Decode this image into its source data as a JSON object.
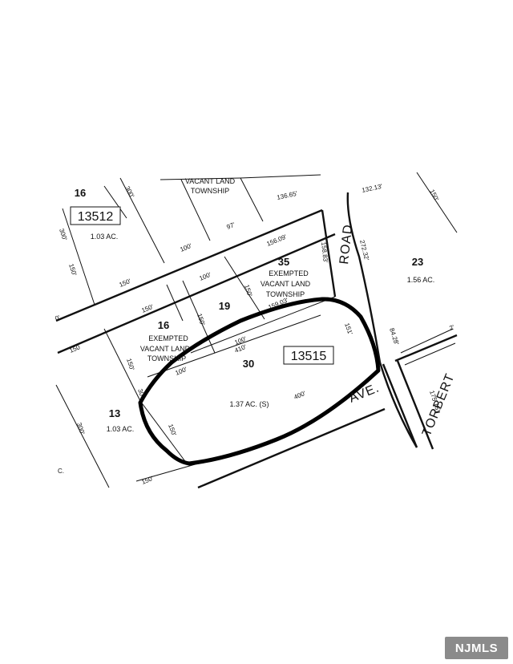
{
  "map": {
    "lots": [
      {
        "id": "lot-16-top",
        "number": "16",
        "acreage": "1.03 AC."
      },
      {
        "id": "lot-35",
        "number": "35",
        "notes": [
          "EXEMPTED",
          "VACANT LAND",
          "TOWNSHIP"
        ]
      },
      {
        "id": "lot-23",
        "number": "23",
        "acreage": "1.56 AC."
      },
      {
        "id": "lot-19",
        "number": "19"
      },
      {
        "id": "lot-16",
        "number": "16",
        "notes": [
          "EXEMPTED",
          "VACANT LAND",
          "TOWNSHIP"
        ]
      },
      {
        "id": "lot-30",
        "number": "30",
        "acreage": "1.37 AC. (S)"
      },
      {
        "id": "lot-13",
        "number": "13",
        "acreage": "1.03 AC."
      }
    ],
    "top_note": [
      "VACANT LAND",
      "TOWNSHIP"
    ],
    "blocks": [
      "13512",
      "13515"
    ],
    "roads": {
      "road": "ROAD",
      "ave": "AVE.",
      "torbert": "TORBERT"
    },
    "dimensions": {
      "d13665": "136.65'",
      "d97": "97'",
      "d300a": "300'",
      "d100a": "100'",
      "d15609": "156.09'",
      "d150a": "150'",
      "d300b": "300'",
      "d150b": "150'",
      "d0": "0'",
      "d150c": "150'",
      "d100b": "100'",
      "d150d": "150'",
      "d150e": "150'",
      "d15883": "158.83'",
      "d15903": "159.03'",
      "d150f": "150'",
      "d100c": "100'",
      "d410": "410'",
      "d100d": "100'",
      "d150g": "150",
      "d150h": "150'",
      "d400": "400'",
      "d30": "30'",
      "d150i": "150'",
      "d300c": "300'",
      "d150j": "150'",
      "d13213": "132.13'",
      "d27232": "272.32'",
      "d150k": "150'",
      "d151": "151'",
      "d8428": "84.28'",
      "d175s": "175' (S)",
      "d2": "2'",
      "dC": "C."
    }
  },
  "logo": "NJMLS"
}
